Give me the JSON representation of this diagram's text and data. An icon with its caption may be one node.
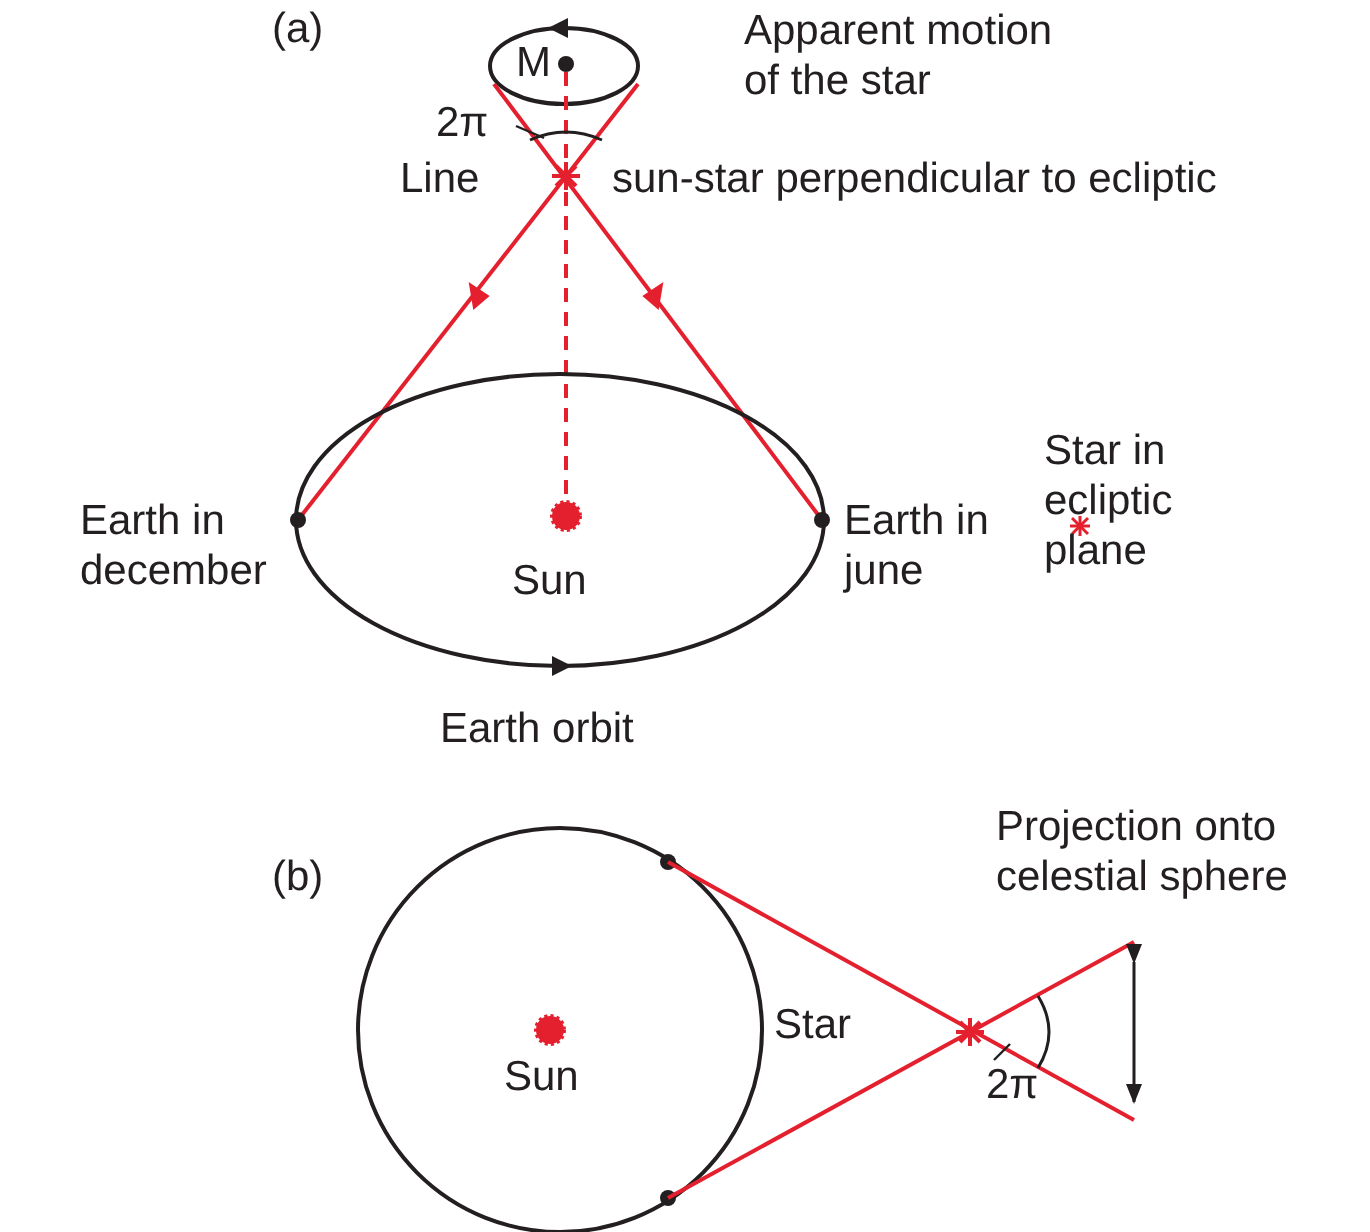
{
  "diagram": {
    "labels": [
      "(a)",
      "M",
      "Apparent motion of the star",
      "2π",
      "Line",
      "sun-star perpendicular to ecliptic",
      "Star in ecliptic plane",
      "Earth in december",
      "Sun",
      "Earth in june",
      "Earth orbit",
      "(b)",
      "Projection onto celestial sphere",
      "Star",
      "Sun",
      "2π"
    ]
  }
}
